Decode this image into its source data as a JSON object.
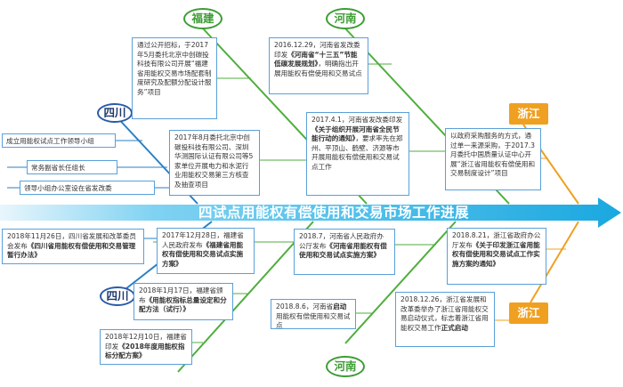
{
  "title": "四试点用能权有偿使用和交易市场工作进展",
  "tags": {
    "fujian_top": "福建",
    "henan_top": "河南",
    "sichuan_top": "四川",
    "zhejiang_top": "浙江",
    "sichuan_bottom": "四川",
    "henan_bottom": "河南",
    "zhejiang_bottom": "浙江"
  },
  "sichuan_top_items": [
    "成立用能权试点工作领导小组",
    "常务副省长任组长",
    "领导小组办公室设在省发改委"
  ],
  "fujian_top_1": "通过公开招标，于2017年5月委托北京中创碳投科技有限公司开展“福建省用能权交易市场配套制度研究及配额分配设计服务”项目",
  "fujian_top_2": "2017年8月委托北京中创碳投科技有限公司、深圳华测国际认证有限公司等5家单位开展电力和水泥行业用能权交易第三方核查及抽查项目",
  "henan_top_1_pre": "2016.12.29，河南省发改委印发",
  "henan_top_1_bold": "《河南省“十三五”节能低碳发展规划》",
  "henan_top_1_post": "，明确指出开展用能权有偿使用和交易试点",
  "henan_top_2_pre": "2017.4.1，河南省发改委印发",
  "henan_top_2_bold": "《关于组织开展河南省全民节能行动的通知》",
  "henan_top_2_post": "，要求率先在郑州、平顶山、鹤壁、济源等市开展用能权有偿使用和交易试点工作",
  "zhejiang_top_1": "以政府采购服务的方式，通过单一来源采购，于2017.3月委托中国质量认证中心开展“浙江省用能权有偿使用和交易制度设计”项目",
  "sichuan_bottom_1_pre": "2018年11月26日，四川省发展和改革委员会发布",
  "sichuan_bottom_1_bold": "《四川省用能权有偿使用和交易管理暂行办法》",
  "fujian_bottom_1_pre": "2017年12月28日，福建省人民政府发布",
  "fujian_bottom_1_bold": "《福建省用能权有偿使用和交易试点实施方案》",
  "fujian_bottom_2_pre": "2018年1月17日，福建省颁布",
  "fujian_bottom_2_bold": "《用能权指标总量设定和分配方法（试行）》",
  "fujian_bottom_3_pre": "2018年12月10日，福建省印发",
  "fujian_bottom_3_bold": "《2018年度用能权指标分配方案》",
  "henan_bottom_1_pre": "2018.7，河南省人民政府办公厅发布",
  "henan_bottom_1_bold": "《河南省用能权有偿使用和交易试点实施方案》",
  "henan_bottom_2_pre": "2018.8.6，河南省",
  "henan_bottom_2_bold": "启动",
  "henan_bottom_2_post": "用能权有偿使用和交易试点",
  "zhejiang_bottom_1_pre": "2018.8.21，浙江省政府办公厅发布",
  "zhejiang_bottom_1_bold": "《关于印发浙江省用能权有偿使用和交易试点工作实施方案的通知》",
  "zhejiang_bottom_2_pre": "2018.12.26，浙江省发展和改革委举办了浙江省用能权交易启动仪式，标志着浙江省用能权交易工作",
  "zhejiang_bottom_2_bold": "正式启动",
  "colors": {
    "arrow": "#27b4e8",
    "line_blue": "#2a7fc6",
    "line_green": "#4fae3c",
    "line_orange": "#f0a020",
    "box_border": "#5aa0d8"
  }
}
